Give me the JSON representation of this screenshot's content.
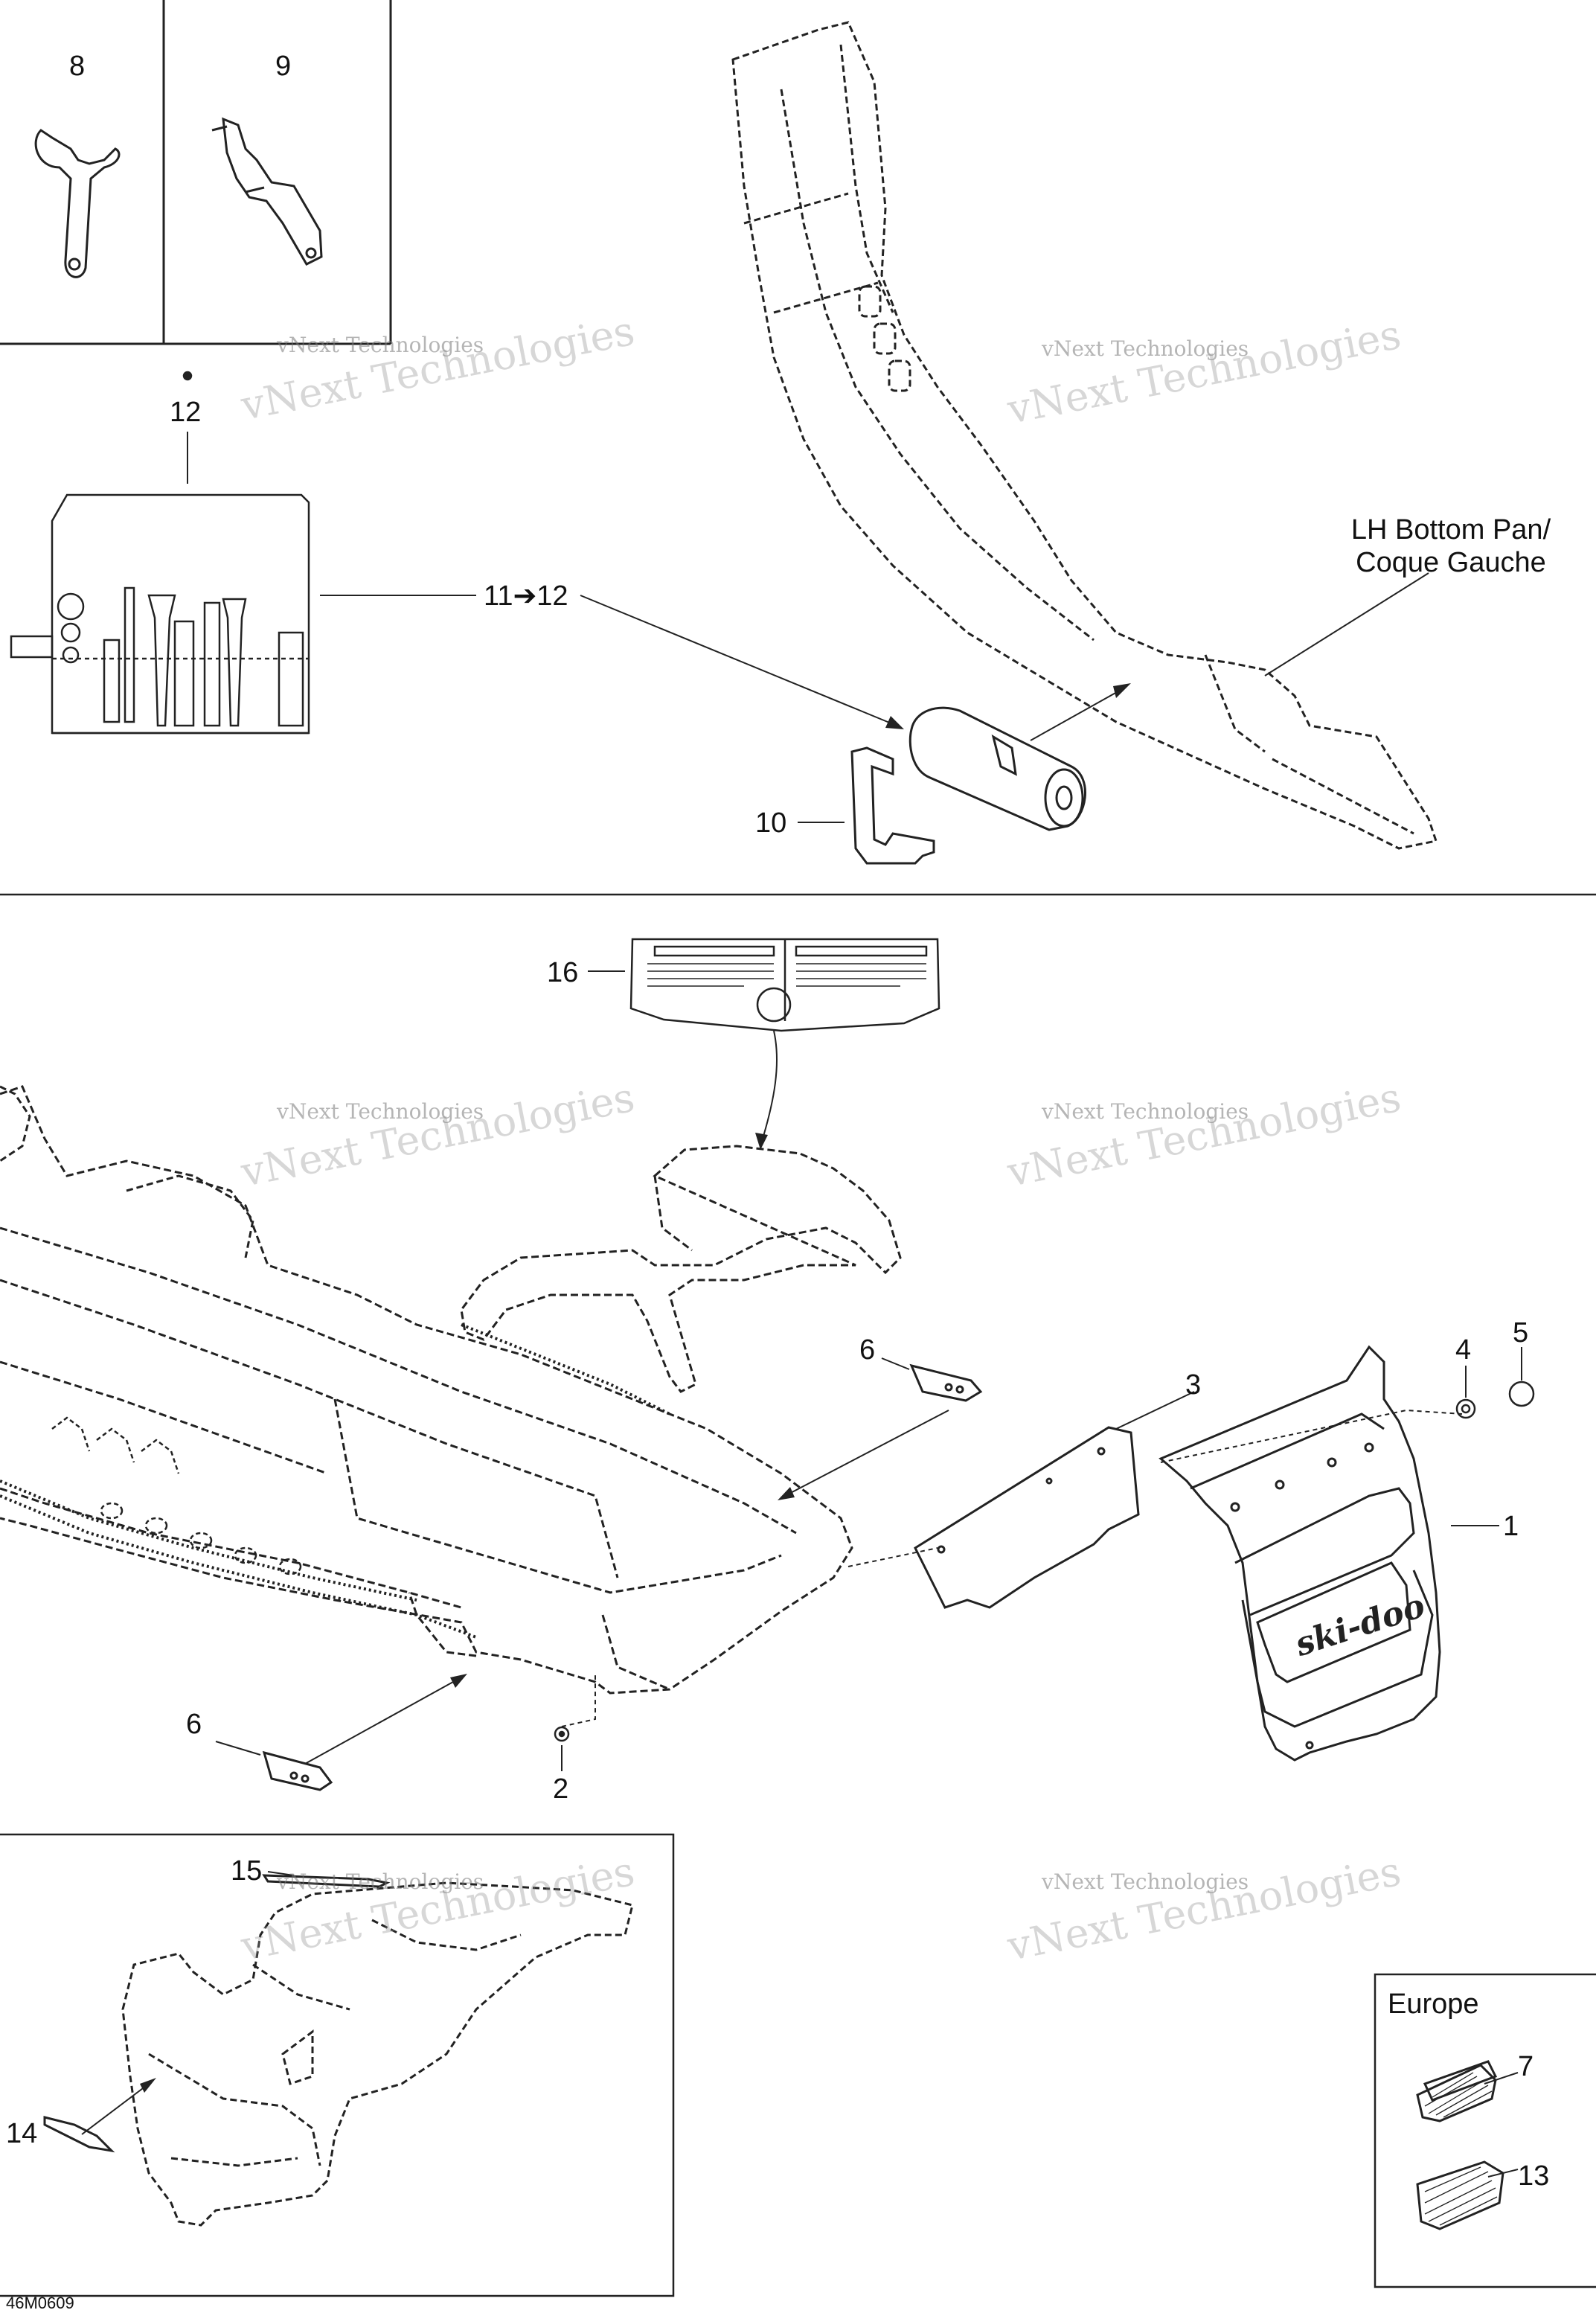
{
  "diagram": {
    "figure_code": "46M0609",
    "watermark_small": "vNext Technologies",
    "watermark_big": "vNext Technologies",
    "notes": {
      "lh_bottom_pan_line1": "LH Bottom Pan/",
      "lh_bottom_pan_line2": "Coque Gauche",
      "range_11_12": "11➔12"
    },
    "europe_box_title": "Europe",
    "callouts": {
      "c1": "1",
      "c2": "2",
      "c3": "3",
      "c4": "4",
      "c5": "5",
      "c6a": "6",
      "c6b": "6",
      "c7": "7",
      "c8": "8",
      "c9": "9",
      "c10": "10",
      "c12": "12",
      "c13": "13",
      "c14": "14",
      "c15": "15",
      "c16": "16"
    }
  }
}
